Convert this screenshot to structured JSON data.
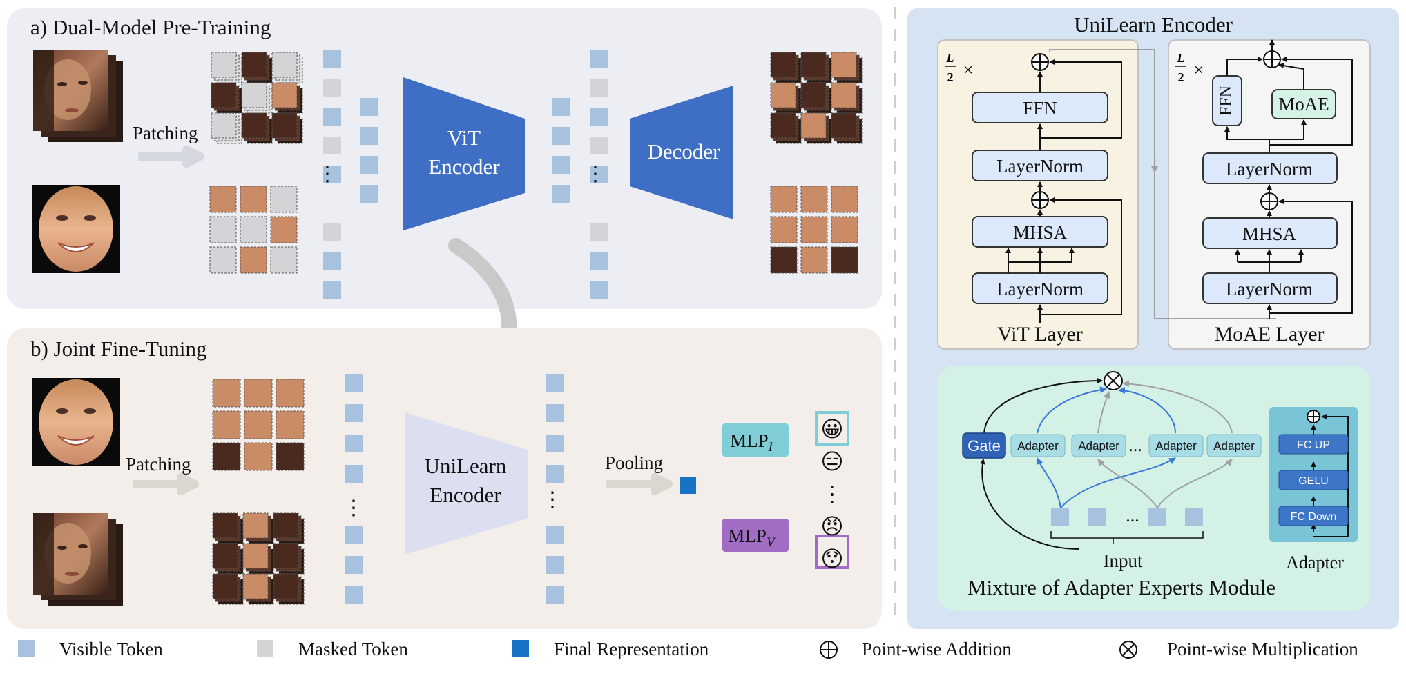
{
  "colors": {
    "panel_a_bg": "#eceef4",
    "panel_b_bg": "#f3eeea",
    "panel_right_bg": "#d6e3f3",
    "visible_token": "#a7c2de",
    "masked_token": "#d4d4d6",
    "final_token": "#1774c4",
    "vit_encoder": "#3f6ec5",
    "unilearn_encoder": "#dcdff0",
    "mlp_i": "#7fcdd7",
    "mlp_v": "#a06cc4",
    "layer_box": "#dce9fb",
    "moae_box": "#d6f2e4",
    "moae_module_bg": "#d4f1e6",
    "gate": "#2f63b8",
    "adapter_small": "#a9dde6",
    "adapter_stack_bg": "#79c5d7",
    "adapter_stack_box": "#3d76c7"
  },
  "panel_a": {
    "title": "a) Dual-Model Pre-Training",
    "patching_label": "Patching",
    "encoder_label_line1": "ViT",
    "encoder_label_line2": "Encoder",
    "decoder_label": "Decoder",
    "ellipsis": "⋮"
  },
  "panel_b": {
    "title": "b) Joint Fine-Tuning",
    "patching_label": "Patching",
    "encoder_label_line1": "UniLearn",
    "encoder_label_line2": "Encoder",
    "pooling_label": "Pooling",
    "mlp_i_base": "MLP",
    "mlp_i_sub": "I",
    "mlp_v_base": "MLP",
    "mlp_v_sub": "V",
    "ellipsis": "⋮",
    "emojis": [
      "😀",
      "😑",
      "⋮",
      "😠",
      "😯"
    ]
  },
  "unilearn": {
    "title": "UniLearn Encoder",
    "repeat_num": "L",
    "repeat_den": "2",
    "times": "×",
    "vit_layer": {
      "caption": "ViT Layer",
      "ffn": "FFN",
      "layernorm_top": "LayerNorm",
      "mhsa": "MHSA",
      "layernorm_bottom": "LayerNorm"
    },
    "moae_layer": {
      "caption": "MoAE Layer",
      "ffn": "FFN",
      "moae": "MoAE",
      "layernorm_top": "LayerNorm",
      "mhsa": "MHSA",
      "layernorm_bottom": "LayerNorm"
    },
    "module": {
      "title": "Mixture of Adapter Experts Module",
      "gate": "Gate",
      "adapters": [
        "Adapter",
        "Adapter",
        "Adapter",
        "Adapter"
      ],
      "dots": "...",
      "input_label": "Input",
      "adapter_caption": "Adapter",
      "adapter_stack": [
        "FC UP",
        "GELU",
        "FC Down"
      ]
    }
  },
  "legend": {
    "visible": "Visible Token",
    "masked": "Masked Token",
    "final": "Final Representation",
    "addition": "Point-wise Addition",
    "multiplication": "Point-wise Multiplication"
  }
}
